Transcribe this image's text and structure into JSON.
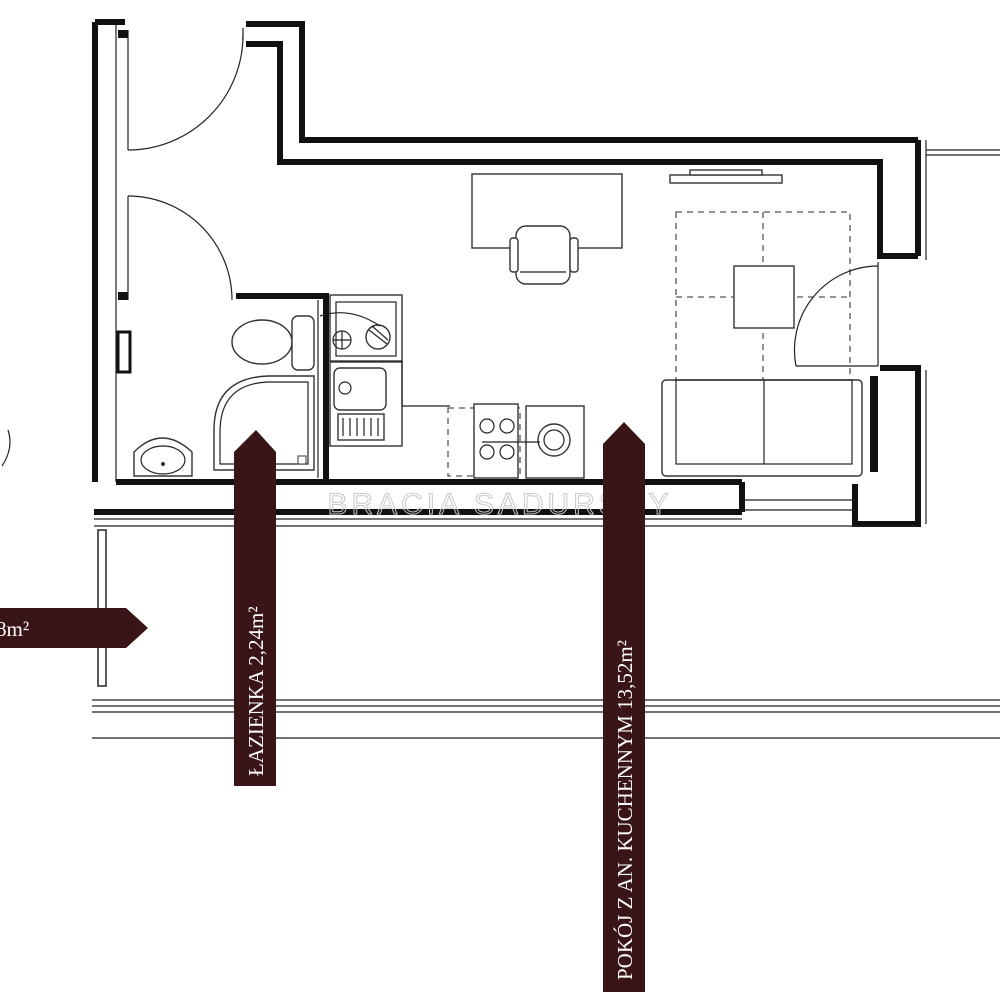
{
  "labels": {
    "bathroom": "ŁAZIENKA 2,24m²",
    "room": "POKÓJ Z AN. KUCHENNYM 13,52m²",
    "left_partial": "8m²"
  },
  "watermark": "BRACIA SADURSCY",
  "colors": {
    "arrow_fill": "#3a1518",
    "wall_stroke": "#111111",
    "background": "#ffffff"
  }
}
